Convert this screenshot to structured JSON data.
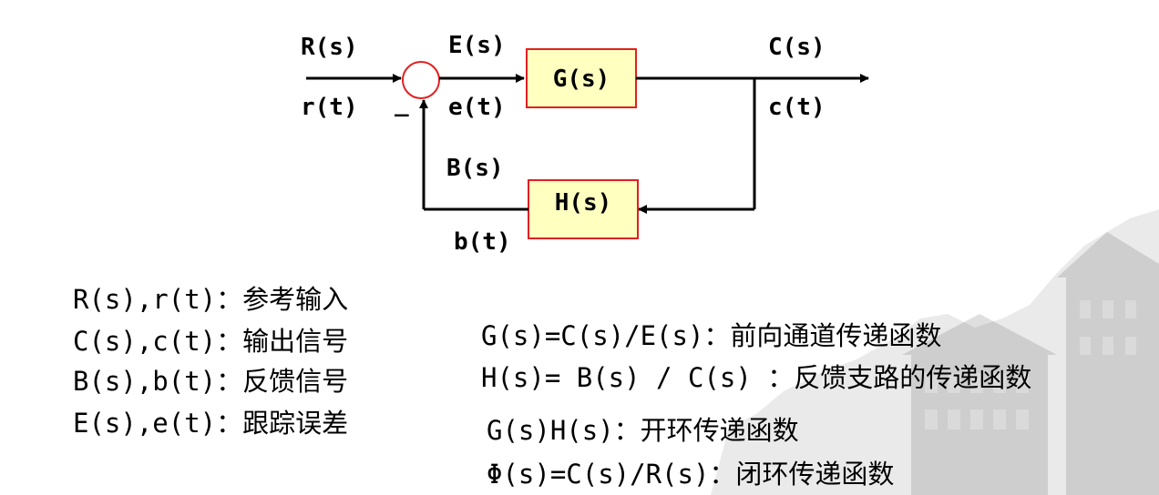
{
  "diagram": {
    "labels": {
      "R_s": "R(s)",
      "r_t": "r(t)",
      "minus": "_",
      "E_s": "E(s)",
      "e_t": "e(t)",
      "C_s": "C(s)",
      "c_t": "c(t)",
      "B_s": "B(s)",
      "b_t": "b(t)"
    },
    "blocks": {
      "G": "G(s)",
      "H": "H(s)"
    },
    "colors": {
      "block_fill": "#ffffc0",
      "block_border": "#e02020",
      "summing_junction": "#e02020",
      "line": "#000000"
    }
  },
  "legend_left": [
    "R(s),r(t)：参考输入",
    "C(s),c(t)：输出信号",
    "B(s),b(t)：反馈信号",
    "E(s),e(t)：跟踪误差"
  ],
  "legend_right": [
    "G(s)=C(s)/E(s)：前向通道传递函数",
    "H(s)= B(s) / C(s) ：反馈支路的传递函数",
    "G(s)H(s)：开环传递函数",
    "Φ(s)=C(s)/R(s)：闭环传递函数"
  ]
}
